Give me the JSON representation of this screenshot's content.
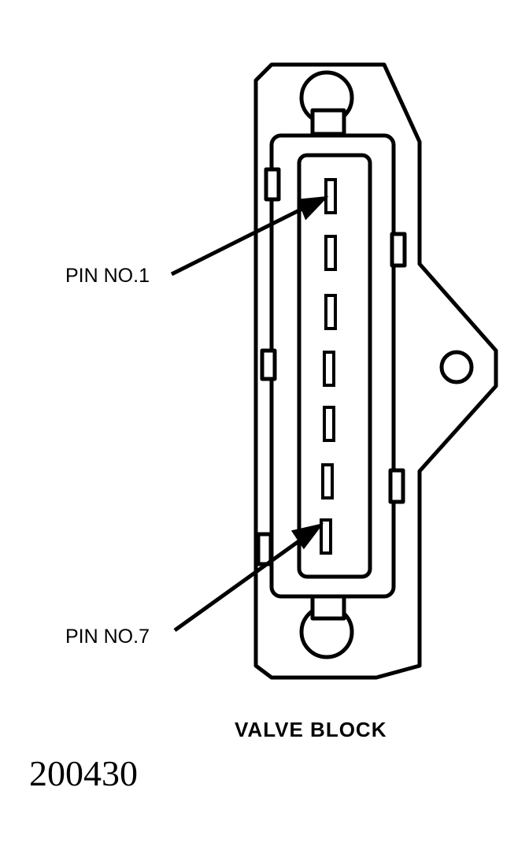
{
  "labels": {
    "pin1": "PIN NO.1",
    "pin7": "PIN NO.7",
    "caption": "VALVE BLOCK",
    "figure_number": "200430"
  },
  "connector": {
    "pin_count": 7
  },
  "colors": {
    "ink": "#000000",
    "paper": "#ffffff"
  }
}
